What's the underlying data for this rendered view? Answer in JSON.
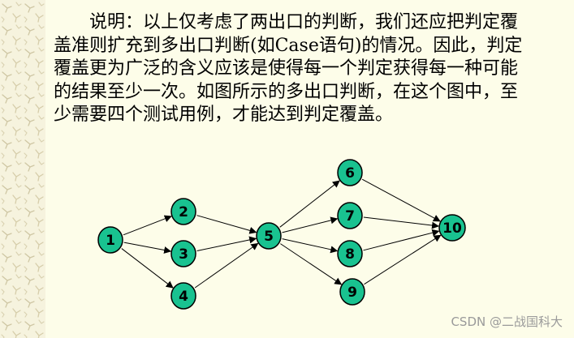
{
  "description": {
    "lines": [
      "说明：以上仅考虑了两出口的判断，我们还应把判定覆",
      "盖准则扩充到多出口判断(如Case语句)的情况。因此，判定",
      "覆盖更为广泛的含义应该是使得每一个判定获得每一种可能",
      "的结果至少一次。如图所示的多出口判断，在这个图中，至",
      "少需要四个测试用例，才能达到判定覆盖。"
    ]
  },
  "graph": {
    "node_color": "#19c290",
    "nodes": [
      {
        "id": "1",
        "label": "1"
      },
      {
        "id": "2",
        "label": "2"
      },
      {
        "id": "3",
        "label": "3"
      },
      {
        "id": "4",
        "label": "4"
      },
      {
        "id": "5",
        "label": "5"
      },
      {
        "id": "6",
        "label": "6"
      },
      {
        "id": "7",
        "label": "7"
      },
      {
        "id": "8",
        "label": "8"
      },
      {
        "id": "9",
        "label": "9"
      },
      {
        "id": "10",
        "label": "10"
      }
    ],
    "edges": [
      [
        "1",
        "2"
      ],
      [
        "1",
        "3"
      ],
      [
        "1",
        "4"
      ],
      [
        "2",
        "5"
      ],
      [
        "3",
        "5"
      ],
      [
        "4",
        "5"
      ],
      [
        "5",
        "6"
      ],
      [
        "5",
        "7"
      ],
      [
        "5",
        "8"
      ],
      [
        "5",
        "9"
      ],
      [
        "6",
        "10"
      ],
      [
        "7",
        "10"
      ],
      [
        "8",
        "10"
      ],
      [
        "9",
        "10"
      ]
    ]
  },
  "watermark": "CSDN @二战国科大"
}
